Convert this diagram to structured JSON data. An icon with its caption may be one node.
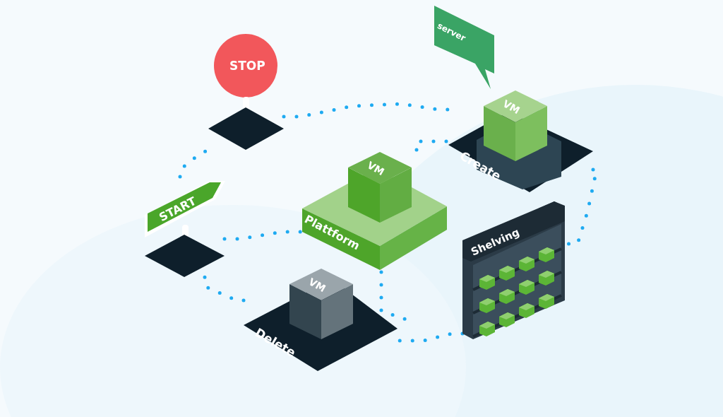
{
  "diagram": {
    "nodes": [
      {
        "text": [
          "STOP"
        ]
      },
      {
        "text": [
          "START"
        ]
      },
      {
        "text": [
          "VM",
          "Create"
        ]
      },
      {
        "text": [
          "server"
        ]
      },
      {
        "text": [
          "VM",
          "Plattform"
        ]
      },
      {
        "text": [
          "Shelving"
        ]
      },
      {
        "text": [
          "VM",
          "Delete"
        ]
      }
    ],
    "edges": [
      {
        "from": 0,
        "to": 2,
        "arrow": "none"
      },
      {
        "from": 2,
        "to": 5,
        "arrow": "none"
      },
      {
        "from": 5,
        "to": 6,
        "arrow": "none"
      },
      {
        "from": 6,
        "to": 1,
        "arrow": "none"
      },
      {
        "from": 1,
        "to": 0,
        "arrow": "none"
      },
      {
        "from": 1,
        "to": 4,
        "arrow": "none"
      },
      {
        "from": 4,
        "to": 2,
        "arrow": "none"
      },
      {
        "from": 4,
        "to": 6,
        "arrow": "none"
      }
    ]
  }
}
